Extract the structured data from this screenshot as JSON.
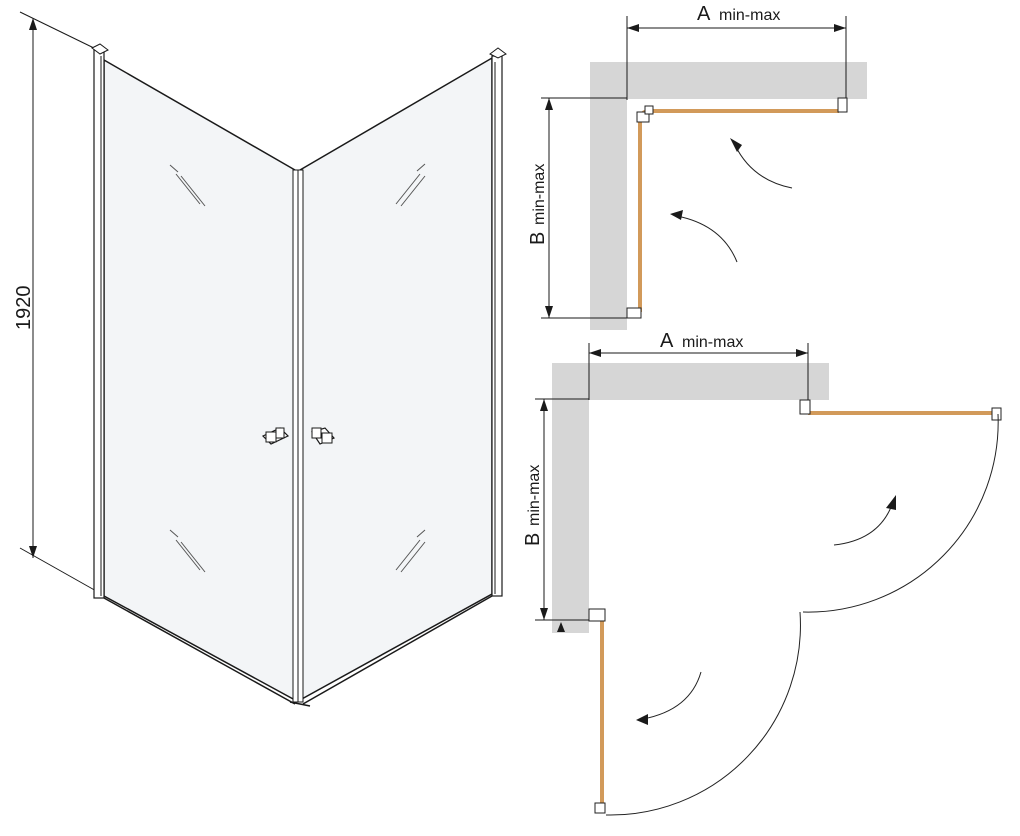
{
  "perspective_view": {
    "height_label": "1920"
  },
  "plan_top": {
    "width_label_letter": "A",
    "width_label_suffix": "min-max",
    "depth_label_letter": "B",
    "depth_label_suffix": "min-max"
  },
  "plan_bottom": {
    "width_label_letter": "A",
    "width_label_suffix": "min-max",
    "depth_label_letter": "B",
    "depth_label_suffix": "min-max"
  },
  "colors": {
    "wall": "#d6d6d6",
    "glass_profile": "#d29a5a",
    "glass_fill": "#f3f5f7",
    "line": "#1a1a1a"
  }
}
